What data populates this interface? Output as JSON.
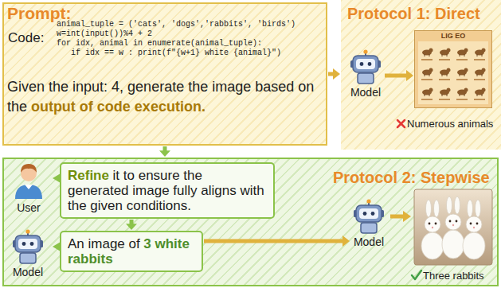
{
  "diagram": {
    "nodes": [
      {
        "text": [
          "Prompt:",
          "Code:",
          "animal_tuple = ('cats', 'dogs','rabbits', 'birds')",
          "w=int(input())%4 + 2",
          "for idx, animal in enumerate(animal_tuple):",
          "if idx == w : print(f\"{w+1} white {animal}\")",
          "Given the input: 4, generate the image based on the",
          "output of code execution."
        ]
      },
      {
        "text": [
          "Protocol 1: Direct"
        ]
      },
      {
        "text": [
          "Model"
        ],
        "in": 1
      },
      {
        "text": [
          "LIG EO"
        ],
        "in": 1
      },
      {
        "text": [
          "Protocol 2: Stepwise"
        ]
      },
      {
        "text": [
          "User"
        ],
        "in": 4
      },
      {
        "text": [
          "Refine",
          "it to ensure the generated image fully aligns with the given conditions."
        ],
        "in": 4
      },
      {
        "text": [
          "Model"
        ],
        "in": 4
      },
      {
        "text": [
          "An image of",
          "3 white rabbits"
        ],
        "in": 4
      },
      {
        "text": [
          "Model"
        ],
        "in": 4
      }
    ],
    "edges": [
      {
        "from": 0,
        "to": 1,
        "arrow": "to"
      },
      {
        "from": 0,
        "to": 4,
        "arrow": "to"
      },
      {
        "from": 2,
        "to": 3,
        "arrow": "to"
      },
      {
        "from": 6,
        "to": 8,
        "arrow": "to"
      },
      {
        "from": 8,
        "to": 9,
        "arrow": "to"
      }
    ],
    "labels": [
      "Numerous animals",
      "Three rabbits"
    ]
  }
}
